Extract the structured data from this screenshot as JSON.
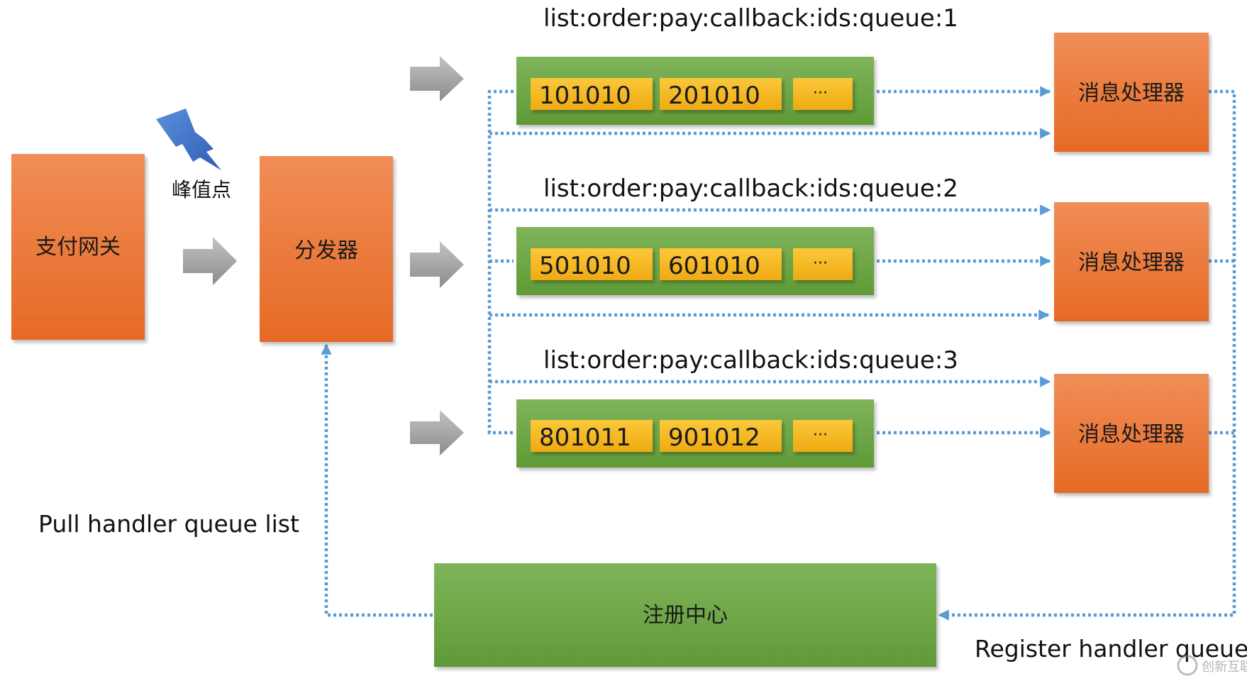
{
  "colors": {
    "orange_top": "#f08d57",
    "orange_bottom": "#e66a25",
    "green_top": "#7fb45a",
    "green_bottom": "#5f9a37",
    "chip_top": "#fbc83a",
    "chip_bottom": "#eeaa12",
    "connector": "#5b9bd5",
    "flow_arrow": "#a0a0a0",
    "lightning": "#4472c4"
  },
  "nodes": {
    "gateway": "支付网关",
    "dispatcher": "分发器",
    "registry": "注册中心",
    "handler_label": "消息处理器",
    "peak_label": "峰值点",
    "peak_icon": "lightning-bolt-icon"
  },
  "queues": [
    {
      "label": "list:order:pay:callback:ids:queue:1",
      "items": [
        "101010",
        "201010",
        "···"
      ]
    },
    {
      "label": "list:order:pay:callback:ids:queue:2",
      "items": [
        "501010",
        "601010",
        "···"
      ]
    },
    {
      "label": "list:order:pay:callback:ids:queue:3",
      "items": [
        "801011",
        "901012",
        "···"
      ]
    }
  ],
  "annotations": {
    "pull": "Pull handler queue list",
    "register": "Register handler queue",
    "watermark": "创新互联"
  }
}
